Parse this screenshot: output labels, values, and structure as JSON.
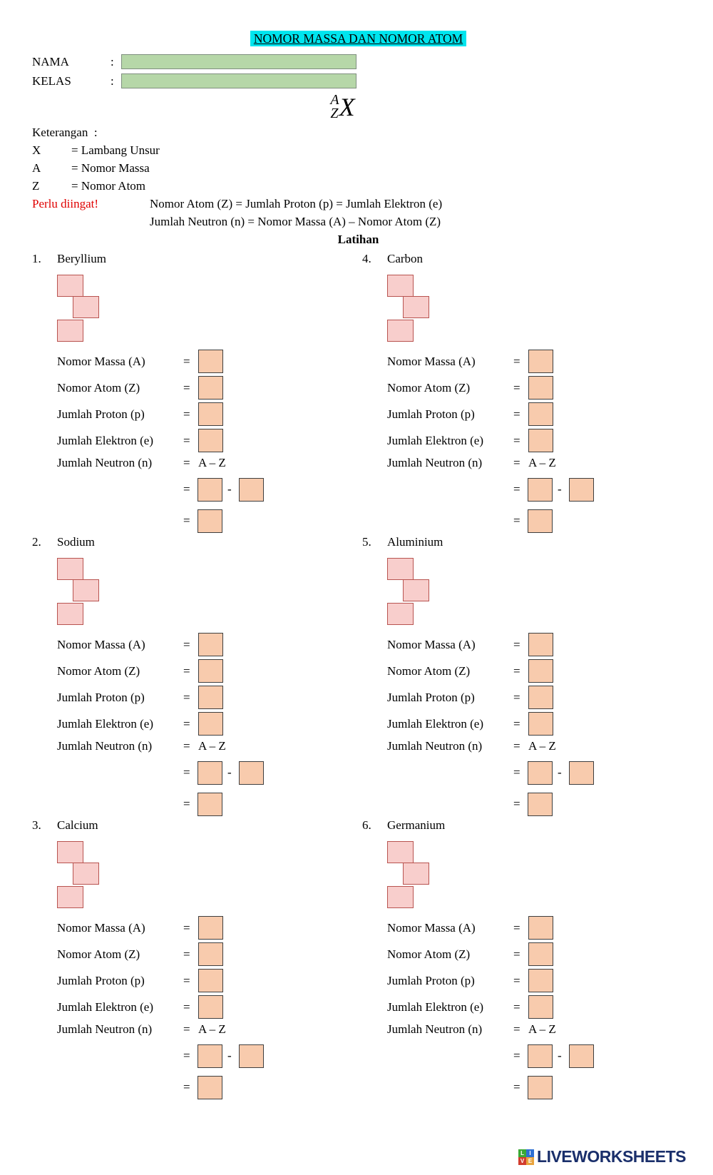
{
  "header": {
    "title": "NOMOR MASSA DAN NOMOR ATOM",
    "nama_label": "NAMA",
    "kelas_label": "KELAS",
    "colon": ":"
  },
  "notation": {
    "a": "A",
    "z": "Z",
    "x": "X"
  },
  "keterangan": {
    "heading_label": "Keterangan",
    "heading_colon": ":",
    "items": [
      {
        "symbol": "X",
        "meaning": "= Lambang Unsur"
      },
      {
        "symbol": "A",
        "meaning": "= Nomor Massa"
      },
      {
        "symbol": "Z",
        "meaning": "= Nomor Atom"
      }
    ]
  },
  "reminder": {
    "label": "Perlu diingat!",
    "line1": "Nomor Atom (Z) = Jumlah Proton (p) = Jumlah Elektron (e)",
    "line2": "Jumlah Neutron (n) = Nomor Massa (A) – Nomor Atom (Z)"
  },
  "section": {
    "title": "Latihan"
  },
  "labels": {
    "rows": [
      "Nomor Massa (A)",
      "Nomor Atom (Z)",
      "Jumlah Proton (p)",
      "Jumlah Elektron (e)"
    ],
    "neutron": "Jumlah Neutron (n)",
    "eq": "=",
    "formula": "A – Z",
    "minus": "-"
  },
  "exercises": [
    {
      "number": "1.",
      "name": "Beryllium"
    },
    {
      "number": "2.",
      "name": "Sodium"
    },
    {
      "number": "3.",
      "name": "Calcium"
    },
    {
      "number": "4.",
      "name": "Carbon"
    },
    {
      "number": "5.",
      "name": "Aluminium"
    },
    {
      "number": "6.",
      "name": "Germanium"
    }
  ],
  "inputs": {
    "nama_value": "",
    "kelas_value": ""
  },
  "footer": {
    "brand": "LIVEWORKSHEETS",
    "icon_letters": [
      "L",
      "I",
      "V",
      "E"
    ]
  },
  "colors": {
    "title_highlight": "#00e5ee",
    "name_input_fill": "#b6d7a8",
    "notation_box_fill": "#f8cecc",
    "notation_box_border": "#b85450",
    "answer_box_fill": "#f8cbad",
    "answer_box_border": "#3f3f3f",
    "reminder_red": "#e00000",
    "brand_navy": "#1a2f6b"
  }
}
